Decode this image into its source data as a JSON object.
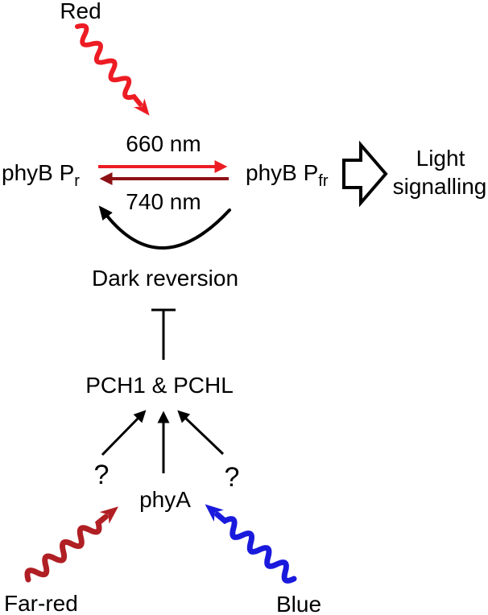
{
  "colors": {
    "red": "#ed1c24",
    "dark_red": "#8c1116",
    "far_red": "#b01f24",
    "blue": "#1a1add",
    "black": "#000000"
  },
  "inputs": {
    "red_label": "Red",
    "far_red_label": "Far-red",
    "blue_label": "Blue"
  },
  "conversion": {
    "pr_main": "phyB P",
    "pr_sub": "r",
    "pfr_main": "phyB P",
    "pfr_sub": "fr",
    "forward_wavelength": "660 nm",
    "reverse_wavelength": "740 nm"
  },
  "dark_reversion_label": "Dark reversion",
  "output": {
    "line1": "Light",
    "line2": "signalling"
  },
  "regulators_label": "PCH1 & PCHL",
  "phya_label": "phyA",
  "unknown_left": "?",
  "unknown_right": "?"
}
